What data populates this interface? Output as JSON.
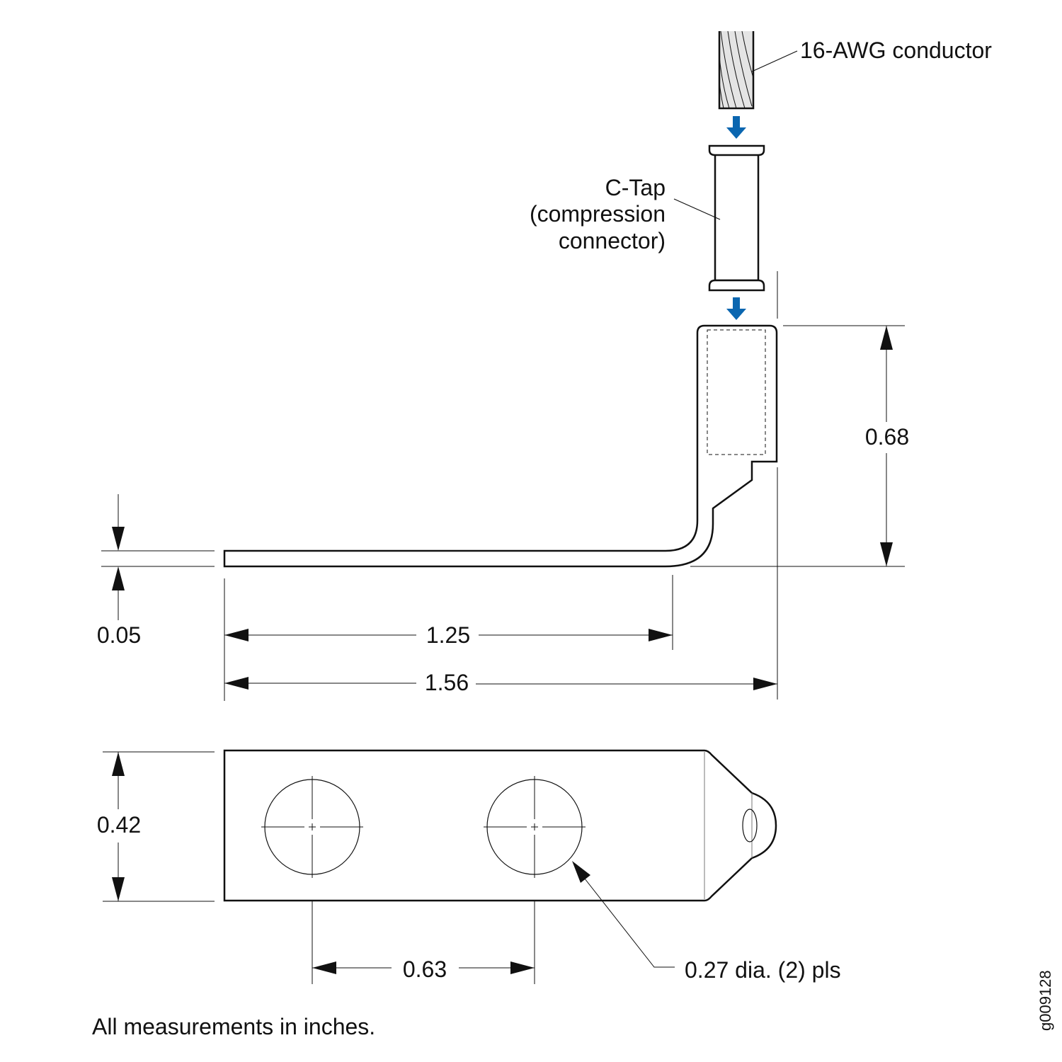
{
  "labels": {
    "conductor": "16-AWG conductor",
    "ctap_line1": "C-Tap",
    "ctap_line2": "(compression",
    "ctap_line3": "connector)",
    "hole_callout": "0.27 dia. (2) pls",
    "footnote": "All measurements in inches.",
    "figure_id": "g009128"
  },
  "dimensions": {
    "thickness": "0.05",
    "length_to_bend": "1.25",
    "overall_length": "1.56",
    "barrel_height": "0.68",
    "width": "0.42",
    "hole_spacing": "0.63"
  },
  "colors": {
    "arrow": "#0a66b0",
    "line": "#111111",
    "conductor_fill": "#e4e4e4"
  }
}
